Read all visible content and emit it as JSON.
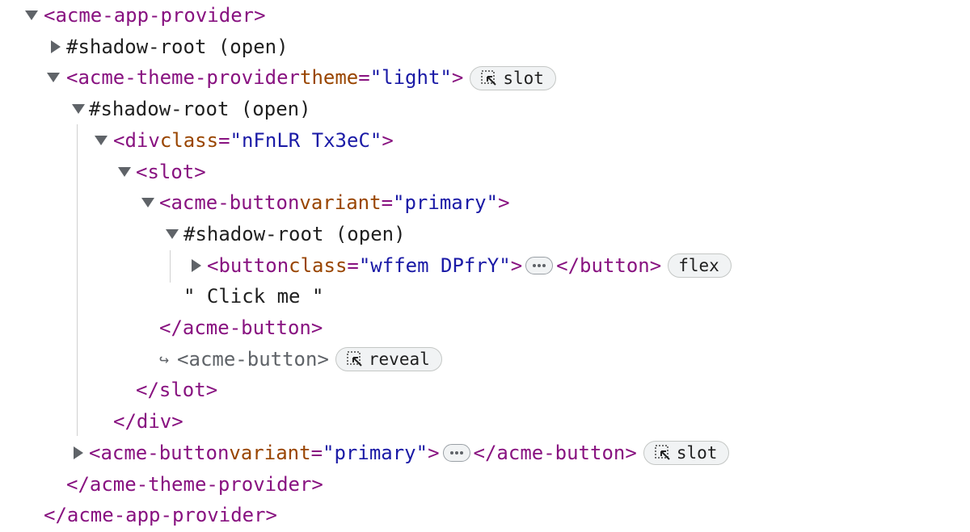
{
  "rows": [
    {
      "open": "<",
      "tag": "acme-app-provider",
      "close": ">"
    },
    {
      "shadow": "#shadow-root (open)"
    },
    {
      "open": "<",
      "tag": "acme-theme-provider",
      "attr": "theme",
      "eq": "=",
      "value": "\"light\"",
      "close": ">",
      "badge": "slot"
    },
    {
      "shadow": "#shadow-root (open)"
    },
    {
      "open": "<",
      "tag": "div",
      "attr": "class",
      "eq": "=",
      "value": "\"nFnLR Tx3eC\"",
      "close": ">"
    },
    {
      "open": "<",
      "tag": "slot",
      "close": ">"
    },
    {
      "open": "<",
      "tag": "acme-button",
      "attr": "variant",
      "eq": "=",
      "value": "\"primary\"",
      "close": ">"
    },
    {
      "shadow": "#shadow-root (open)"
    },
    {
      "open": "<",
      "tag": "button",
      "attr": "class",
      "eq": "=",
      "value": "\"wffem DPfrY\"",
      "close": ">",
      "end_tag": "</button>",
      "badge": "flex"
    },
    {
      "text": "\" Click me \""
    },
    {
      "end_tag": "</acme-button>"
    },
    {
      "arrow": "↪",
      "ref": "<acme-button>",
      "badge": "reveal"
    },
    {
      "end_tag": "</slot>"
    },
    {
      "end_tag": "</div>"
    },
    {
      "open": "<",
      "tag": "acme-button",
      "attr": "variant",
      "eq": "=",
      "value": "\"primary\"",
      "close": ">",
      "end_tag": "</acme-button>",
      "badge": "slot"
    },
    {
      "end_tag": "</acme-theme-provider>"
    },
    {
      "end_tag": "</acme-app-provider>"
    }
  ],
  "icons": {
    "triangle_down": "triangle-down-icon",
    "triangle_right": "triangle-right-icon",
    "ellipsis": "ellipsis-icon",
    "select_arrow": "select-arrow-icon"
  },
  "colors": {
    "tag": "#881280",
    "attr_name": "#994500",
    "attr_value": "#1a1aa6",
    "text": "#1f1f1f",
    "muted": "#5f6368"
  }
}
